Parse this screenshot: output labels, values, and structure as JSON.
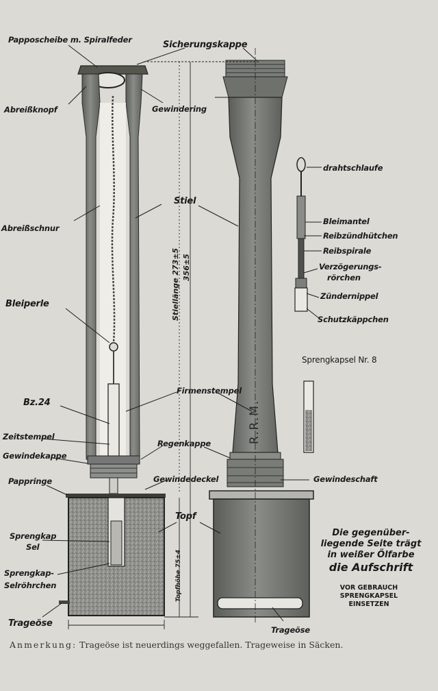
{
  "labels": {
    "pappscheibe": "Papposcheibe m. Spiralfeder",
    "sicherungskappe": "Sicherungskappe",
    "abreissknopf": "Abreißknopf",
    "gewindering": "Gewindering",
    "drahtschlaufe": "drahtschlaufe",
    "stiel": "Stiel",
    "abreissschnur": "Abreißschnur",
    "bleimantel": "Bleimantel",
    "reibzund": "Reibzündhütchen",
    "reibspirale": "Reibspirale",
    "verzog1": "Verzögerungs-",
    "verzog2": "rörchen",
    "zundernippel": "Zündernippel",
    "schutz": "Schutzkäppchen",
    "bleiperle": "Bleiperle",
    "sprengkapsel_nr": "Sprengkapsel Nr. 8",
    "firmenstempel": "Firmenstempel",
    "bz24": "Bz.24",
    "zeitstempel": "Zeitstempel",
    "gewindekappe": "Gewindekappe",
    "regenkappe": "Regenkappe",
    "pappringe": "Pappringe",
    "gewindedeckel": "Gewindedeckel",
    "gewindeschaft": "Gewindeschaft",
    "topf": "Topf",
    "sprengkap1": "Sprengkap",
    "sprengkap2": "Sel",
    "sprengkaps1": "Sprengkap-",
    "sprengkaps2": "Selröhrchen",
    "trageose_left": "Trageöse",
    "trageose_right": "Trageöse",
    "rrm": "R.R.M.",
    "stiellaenge": "Stiellänge 273±5",
    "gesamt": "356±5",
    "topfhoehe": "Topfhöhe 75±4"
  },
  "note": {
    "line1": "Die gegenüber-",
    "line2": "liegende Seite trägt",
    "line3": "in weißer Ölfarbe",
    "line4": "die Aufschrift",
    "caps1": "VOR GEBRAUCH",
    "caps2": "SPRENGKAPSEL",
    "caps3": "EINSETZEN"
  },
  "footnote": {
    "lead": "Anmerkung:",
    "text": " Trageöse ist neuerdings weggefallen. Trageweise in Säcken."
  },
  "colors": {
    "paper": "#dcdad5",
    "metal": "#6f716c",
    "wood": "#7a7c77",
    "ink": "#1d1d1d"
  }
}
